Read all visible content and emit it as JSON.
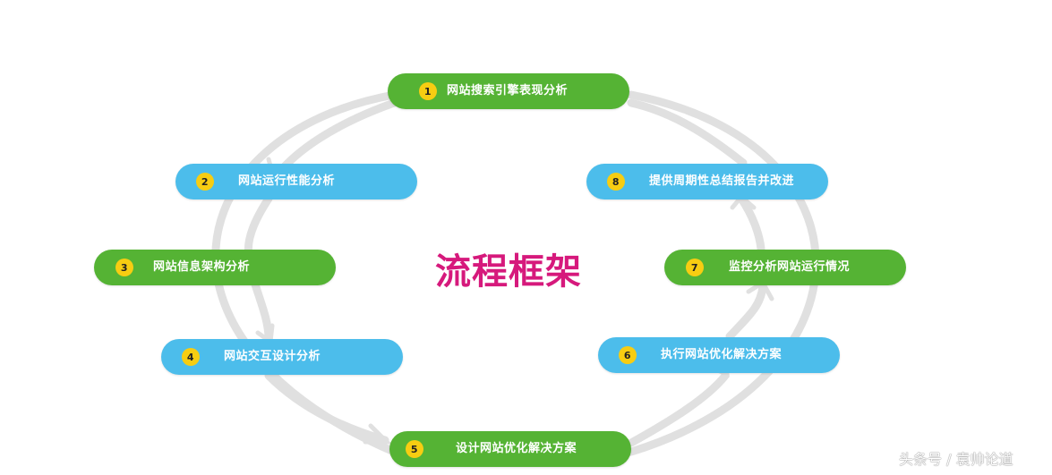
{
  "title": "流程框架",
  "watermark": "头条号 / 袁帅论道",
  "colors": {
    "green": "#55b334",
    "blue": "#4cbdeb",
    "badge": "#f7cd12",
    "title": "#d6197c",
    "arrow": "#e0e0e0"
  },
  "steps": [
    {
      "num": "1",
      "label": "网站搜索引擎表现分析",
      "color": "green"
    },
    {
      "num": "2",
      "label": "网站运行性能分析",
      "color": "blue"
    },
    {
      "num": "3",
      "label": "网站信息架构分析",
      "color": "green"
    },
    {
      "num": "4",
      "label": "网站交互设计分析",
      "color": "blue"
    },
    {
      "num": "5",
      "label": "设计网站优化解决方案",
      "color": "green"
    },
    {
      "num": "6",
      "label": "执行网站优化解决方案",
      "color": "blue"
    },
    {
      "num": "7",
      "label": "监控分析网站运行情况",
      "color": "green"
    },
    {
      "num": "8",
      "label": "提供周期性总结报告并改进",
      "color": "blue"
    }
  ]
}
